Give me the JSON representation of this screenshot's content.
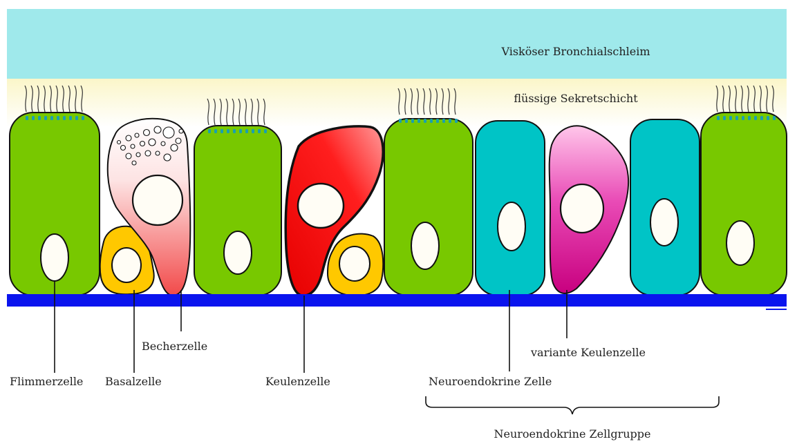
{
  "labels": {
    "mucus": "Visköser Bronchialschleim",
    "fluid": "flüssige Sekretschicht",
    "flimmerzelle": "Flimmerzelle",
    "basalzelle": "Basalzelle",
    "becherzelle": "Becherzelle",
    "keulenzelle": "Keulenzelle",
    "neuroendokrine_zelle": "Neuroendokrine Zelle",
    "variante_keulenzelle": "variante Keulenzelle",
    "zellgruppe": "Neuroendokrine Zellgruppe"
  },
  "colors": {
    "mucus": "#9fe9eb",
    "fluid": "#fdfbe4",
    "ciliated_cell": "#78c800",
    "basal_cell": "#ffc800",
    "goblet_cell_top": "#ffffff",
    "goblet_cell_bottom": "#f24a4a",
    "club_cell": "#ff2020",
    "neuroendocrine_cell": "#00c4c6",
    "variant_club_top": "#ffc0e6",
    "variant_club_bottom": "#d0008a",
    "basement_membrane": "#0a14ee",
    "cilia_base": "#1aa0b0",
    "nucleus": "#ffffff"
  }
}
